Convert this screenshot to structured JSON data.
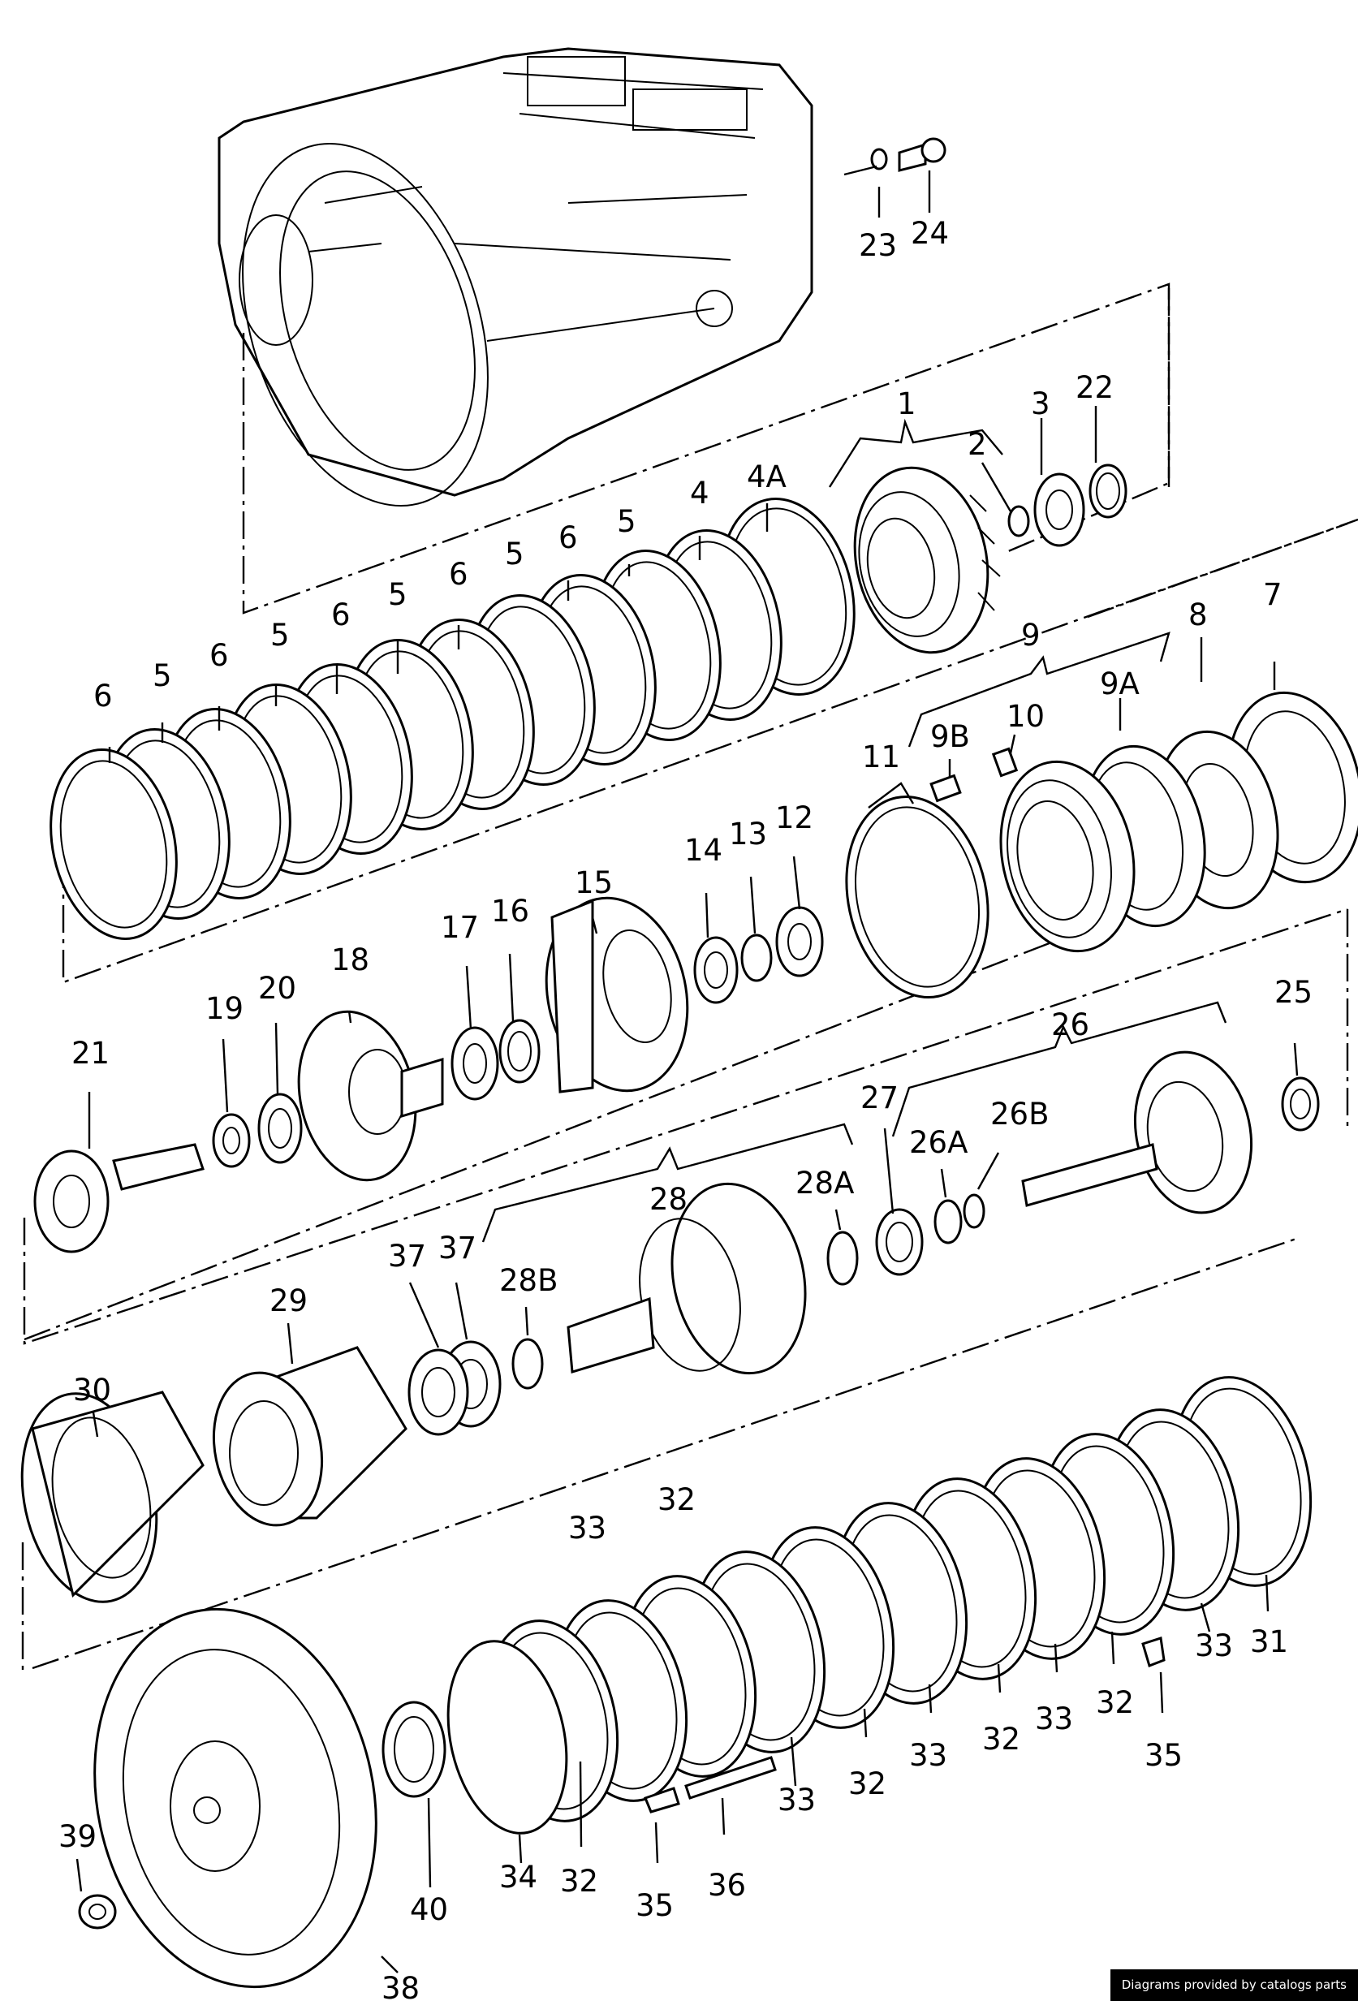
{
  "credit": "Diagrams provided by catalogs parts",
  "labels": {
    "l1": "1",
    "l2": "2",
    "l3": "3",
    "l22": "22",
    "l23": "23",
    "l24": "24",
    "l4": "4",
    "l4a": "4A",
    "l5": "5",
    "l6": "6",
    "l7": "7",
    "l8": "8",
    "l9": "9",
    "l9a": "9A",
    "l9b": "9B",
    "l10": "10",
    "l11": "11",
    "l12": "12",
    "l13": "13",
    "l14": "14",
    "l15": "15",
    "l16": "16",
    "l17": "17",
    "l18": "18",
    "l19": "19",
    "l20": "20",
    "l21": "21",
    "l25": "25",
    "l26": "26",
    "l26a": "26A",
    "l26b": "26B",
    "l27": "27",
    "l28": "28",
    "l28a": "28A",
    "l28b": "28B",
    "l29": "29",
    "l30": "30",
    "l31": "31",
    "l32": "32",
    "l33": "33",
    "l34": "34",
    "l35": "35",
    "l36": "36",
    "l37": "37",
    "l38": "38",
    "l39": "39",
    "l40": "40"
  }
}
